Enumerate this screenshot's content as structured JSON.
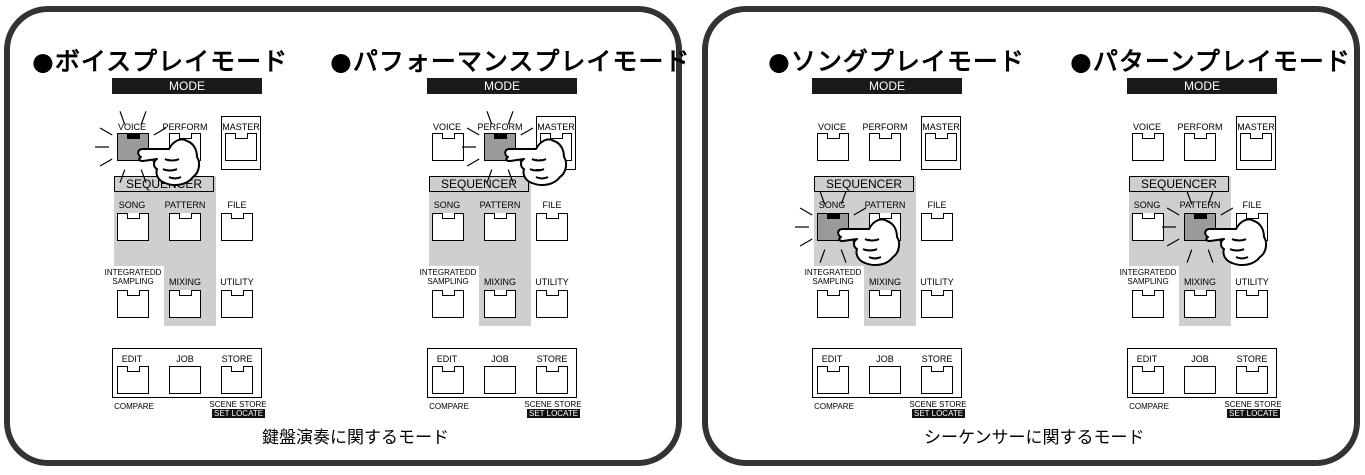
{
  "panels": {
    "left": {
      "title_voice": "●ボイスプレイモード",
      "title_perform": "●パフォーマンスプレイモード",
      "caption": "鍵盤演奏に関するモード"
    },
    "right": {
      "title_song": "●ソングプレイモード",
      "title_pattern": "●パターンプレイモード",
      "caption": "シーケンサーに関するモード"
    }
  },
  "labels": {
    "mode": "MODE",
    "voice": "VOICE",
    "perform": "PERFORM",
    "master": "MASTER",
    "sequencer": "SEQUENCER",
    "song": "SONG",
    "pattern": "PATTERN",
    "file": "FILE",
    "integrated_line1": "INTEGRATEDD",
    "integrated_line2": "SAMPLING",
    "mixing": "MIXING",
    "utility": "UTILITY",
    "edit": "EDIT",
    "job": "JOB",
    "store": "STORE",
    "compare": "COMPARE",
    "scene_store": "SCENE STORE",
    "set_locate": "SET LOCATE"
  },
  "units": [
    {
      "id": "voice",
      "active": "voice"
    },
    {
      "id": "performance",
      "active": "perform"
    },
    {
      "id": "song",
      "active": "song"
    },
    {
      "id": "pattern",
      "active": "pattern"
    }
  ],
  "colors": {
    "frame": "#333333",
    "active_button": "#9a9a9a",
    "sequencer_area": "#cfcfcf"
  }
}
